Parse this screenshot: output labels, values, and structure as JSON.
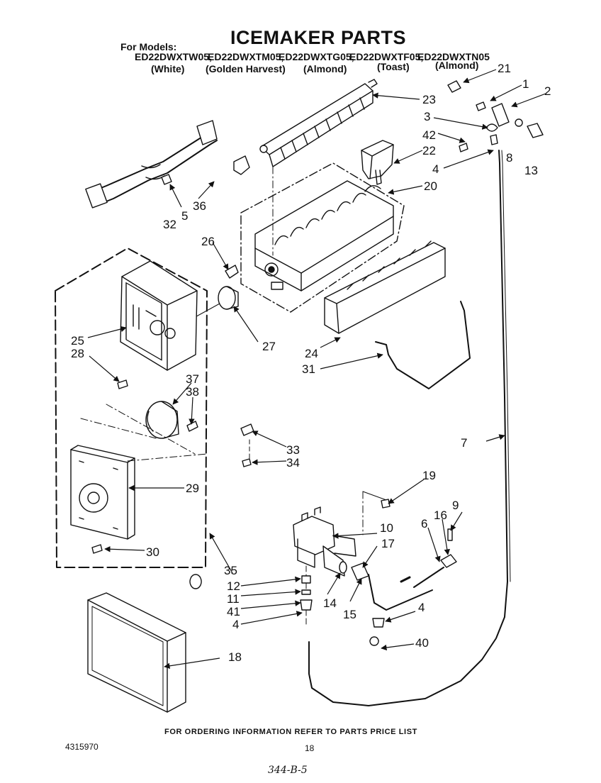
{
  "header": {
    "title": "ICEMAKER PARTS",
    "for_models_label": "For Models:",
    "models": [
      {
        "code": "ED22DWXTW05,",
        "color": "(White)"
      },
      {
        "code": "ED22DWXTM05,",
        "color": "(Golden Harvest)"
      },
      {
        "code": "ED22DWXTG05,",
        "color": "(Almond)"
      },
      {
        "code": "ED22DWXTF05,",
        "color": "(Toast)"
      },
      {
        "code": "ED22DWXTN05",
        "color": "(Almond)"
      }
    ]
  },
  "callouts": [
    {
      "id": "c21",
      "label": "21"
    },
    {
      "id": "c1",
      "label": "1"
    },
    {
      "id": "c2",
      "label": "2"
    },
    {
      "id": "c23",
      "label": "23"
    },
    {
      "id": "c3",
      "label": "3"
    },
    {
      "id": "c42",
      "label": "42"
    },
    {
      "id": "c8",
      "label": "8"
    },
    {
      "id": "c22",
      "label": "22"
    },
    {
      "id": "c13",
      "label": "13"
    },
    {
      "id": "c4a",
      "label": "4"
    },
    {
      "id": "c20",
      "label": "20"
    },
    {
      "id": "c5",
      "label": "5"
    },
    {
      "id": "c36",
      "label": "36"
    },
    {
      "id": "c32",
      "label": "32"
    },
    {
      "id": "c26",
      "label": "26"
    },
    {
      "id": "c27",
      "label": "27"
    },
    {
      "id": "c25",
      "label": "25"
    },
    {
      "id": "c28",
      "label": "28"
    },
    {
      "id": "c24",
      "label": "24"
    },
    {
      "id": "c31",
      "label": "31"
    },
    {
      "id": "c37",
      "label": "37"
    },
    {
      "id": "c38",
      "label": "38"
    },
    {
      "id": "c7",
      "label": "7"
    },
    {
      "id": "c33",
      "label": "33"
    },
    {
      "id": "c34",
      "label": "34"
    },
    {
      "id": "c29",
      "label": "29"
    },
    {
      "id": "c19",
      "label": "19"
    },
    {
      "id": "c9",
      "label": "9"
    },
    {
      "id": "c10",
      "label": "10"
    },
    {
      "id": "c6",
      "label": "6"
    },
    {
      "id": "c16",
      "label": "16"
    },
    {
      "id": "c17",
      "label": "17"
    },
    {
      "id": "c30",
      "label": "30"
    },
    {
      "id": "c35",
      "label": "35"
    },
    {
      "id": "c12",
      "label": "12"
    },
    {
      "id": "c11",
      "label": "11"
    },
    {
      "id": "c41",
      "label": "41"
    },
    {
      "id": "c14",
      "label": "14"
    },
    {
      "id": "c15",
      "label": "15"
    },
    {
      "id": "c4b",
      "label": "4"
    },
    {
      "id": "c4c",
      "label": "4"
    },
    {
      "id": "c40",
      "label": "40"
    },
    {
      "id": "c18",
      "label": "18"
    }
  ],
  "footer": {
    "ordering_note": "FOR ORDERING INFORMATION REFER TO PARTS PRICE LIST",
    "part_number": "4315970",
    "page_number": "18",
    "handwritten_note": "344-B-5"
  }
}
